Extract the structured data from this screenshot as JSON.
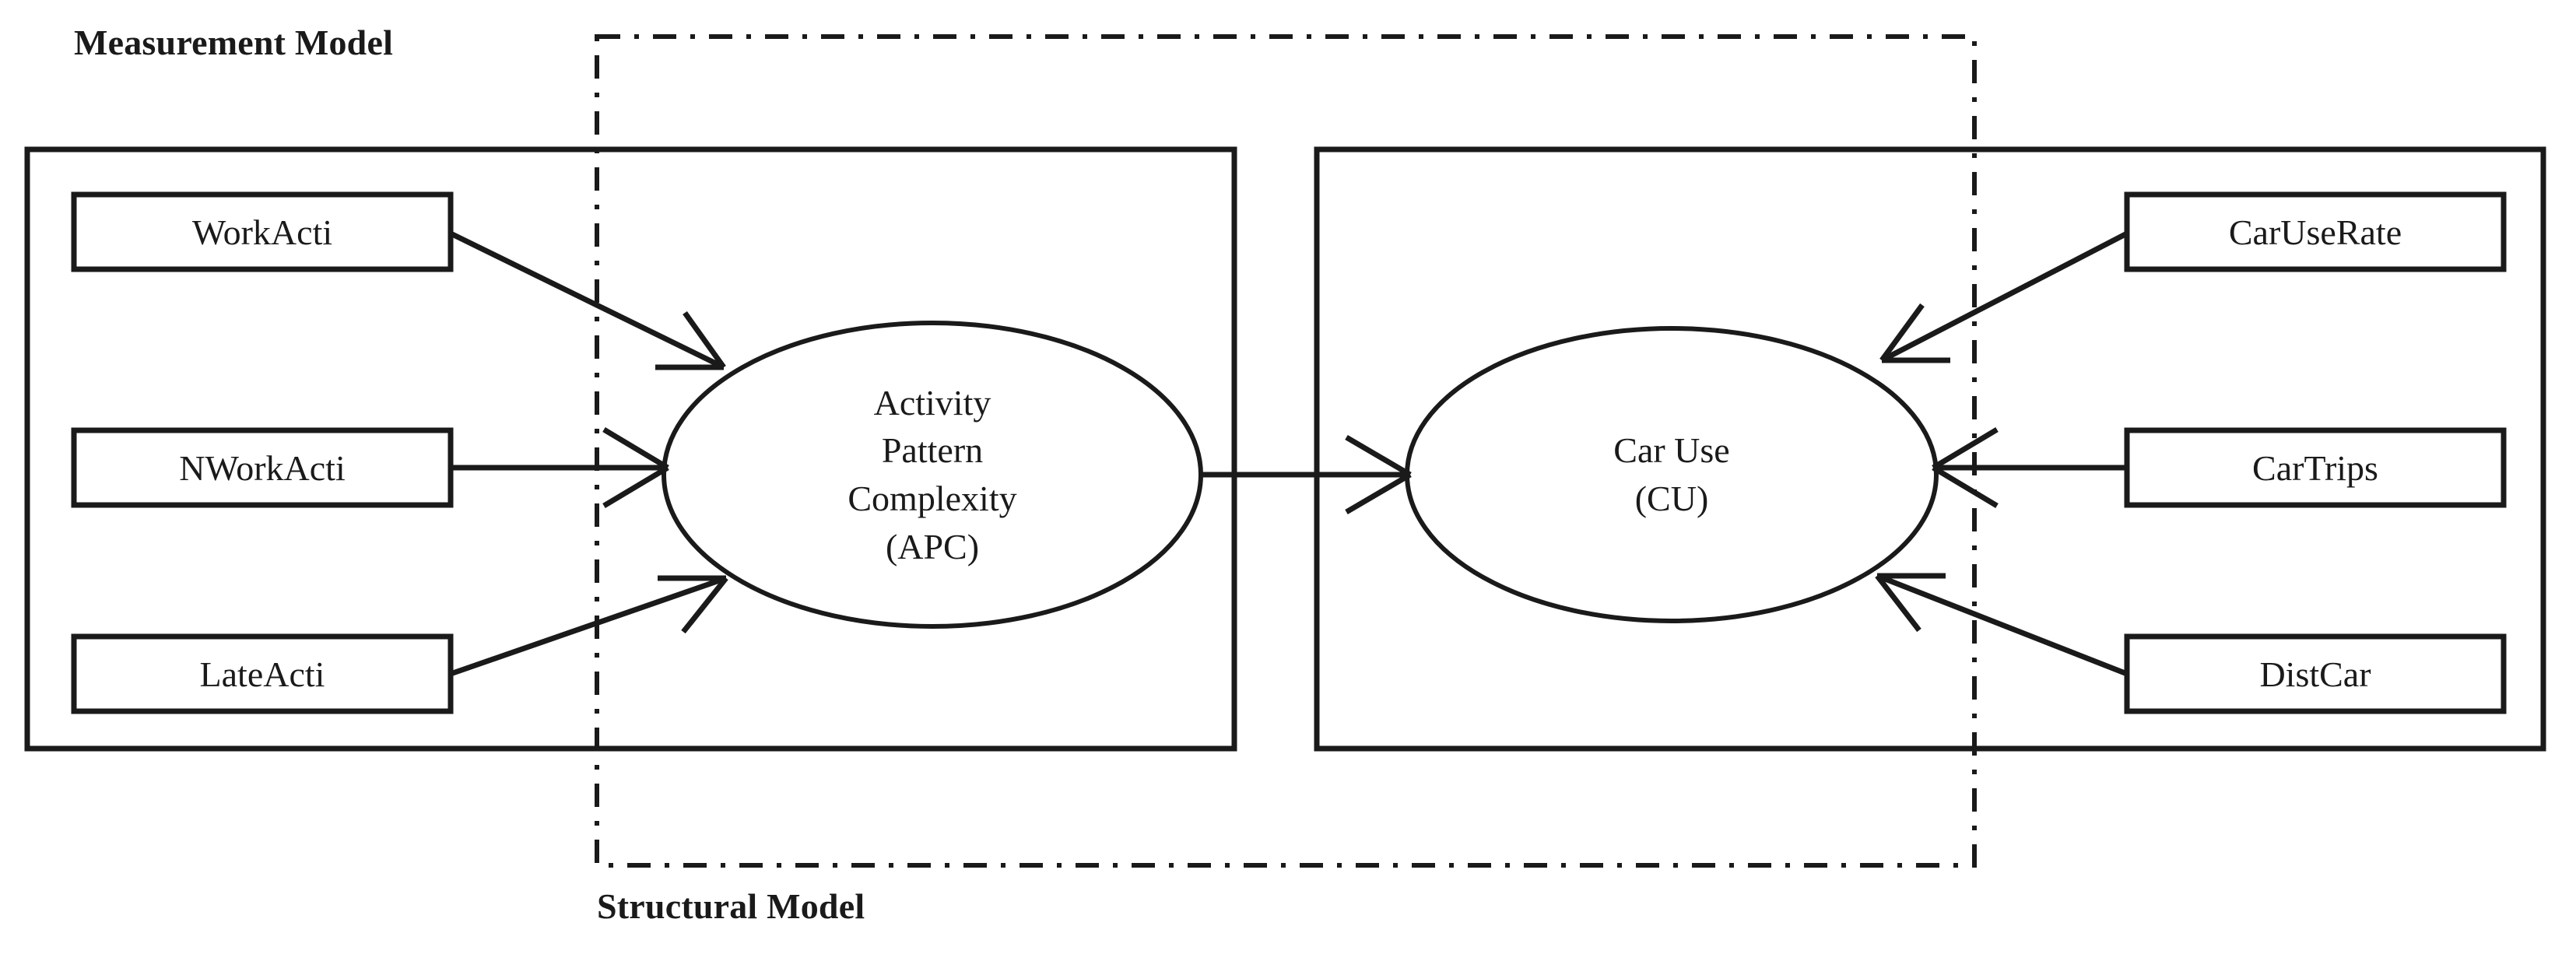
{
  "figure": {
    "type": "structural-equation-model-diagram",
    "background_color": "#ffffff",
    "line_color": "#1a1a1a"
  },
  "captions": {
    "measurement_model": "Measurement Model",
    "structural_model": "Structural Model"
  },
  "panels": {
    "left": {
      "name": "measurement-panel-left",
      "border_style": "solid"
    },
    "right": {
      "name": "measurement-panel-right",
      "border_style": "solid"
    },
    "structural": {
      "name": "structural-panel",
      "border_style": "dash-dot"
    }
  },
  "indicators": {
    "left": [
      {
        "id": "workacti",
        "label": "WorkActi"
      },
      {
        "id": "nworkacti",
        "label": "NWorkActi"
      },
      {
        "id": "lateacti",
        "label": "LateActi"
      }
    ],
    "right": [
      {
        "id": "caruserate",
        "label": "CarUseRate"
      },
      {
        "id": "cartrips",
        "label": "CarTrips"
      },
      {
        "id": "distcar",
        "label": "DistCar"
      }
    ]
  },
  "latents": [
    {
      "id": "apc",
      "lines": [
        "Activity",
        "Pattern",
        "Complexity",
        "(APC)"
      ],
      "name": "Activity Pattern Complexity (APC)"
    },
    {
      "id": "cu",
      "lines": [
        "Car Use",
        "(CU)"
      ],
      "name": "Car Use (CU)"
    }
  ],
  "edges": [
    {
      "from": "workacti",
      "to": "apc",
      "arrow": "open"
    },
    {
      "from": "nworkacti",
      "to": "apc",
      "arrow": "open"
    },
    {
      "from": "lateacti",
      "to": "apc",
      "arrow": "open"
    },
    {
      "from": "apc",
      "to": "cu",
      "arrow": "open"
    },
    {
      "from": "caruserate",
      "to": "cu",
      "arrow": "open"
    },
    {
      "from": "cartrips",
      "to": "cu",
      "arrow": "open"
    },
    {
      "from": "distcar",
      "to": "cu",
      "arrow": "open"
    }
  ]
}
